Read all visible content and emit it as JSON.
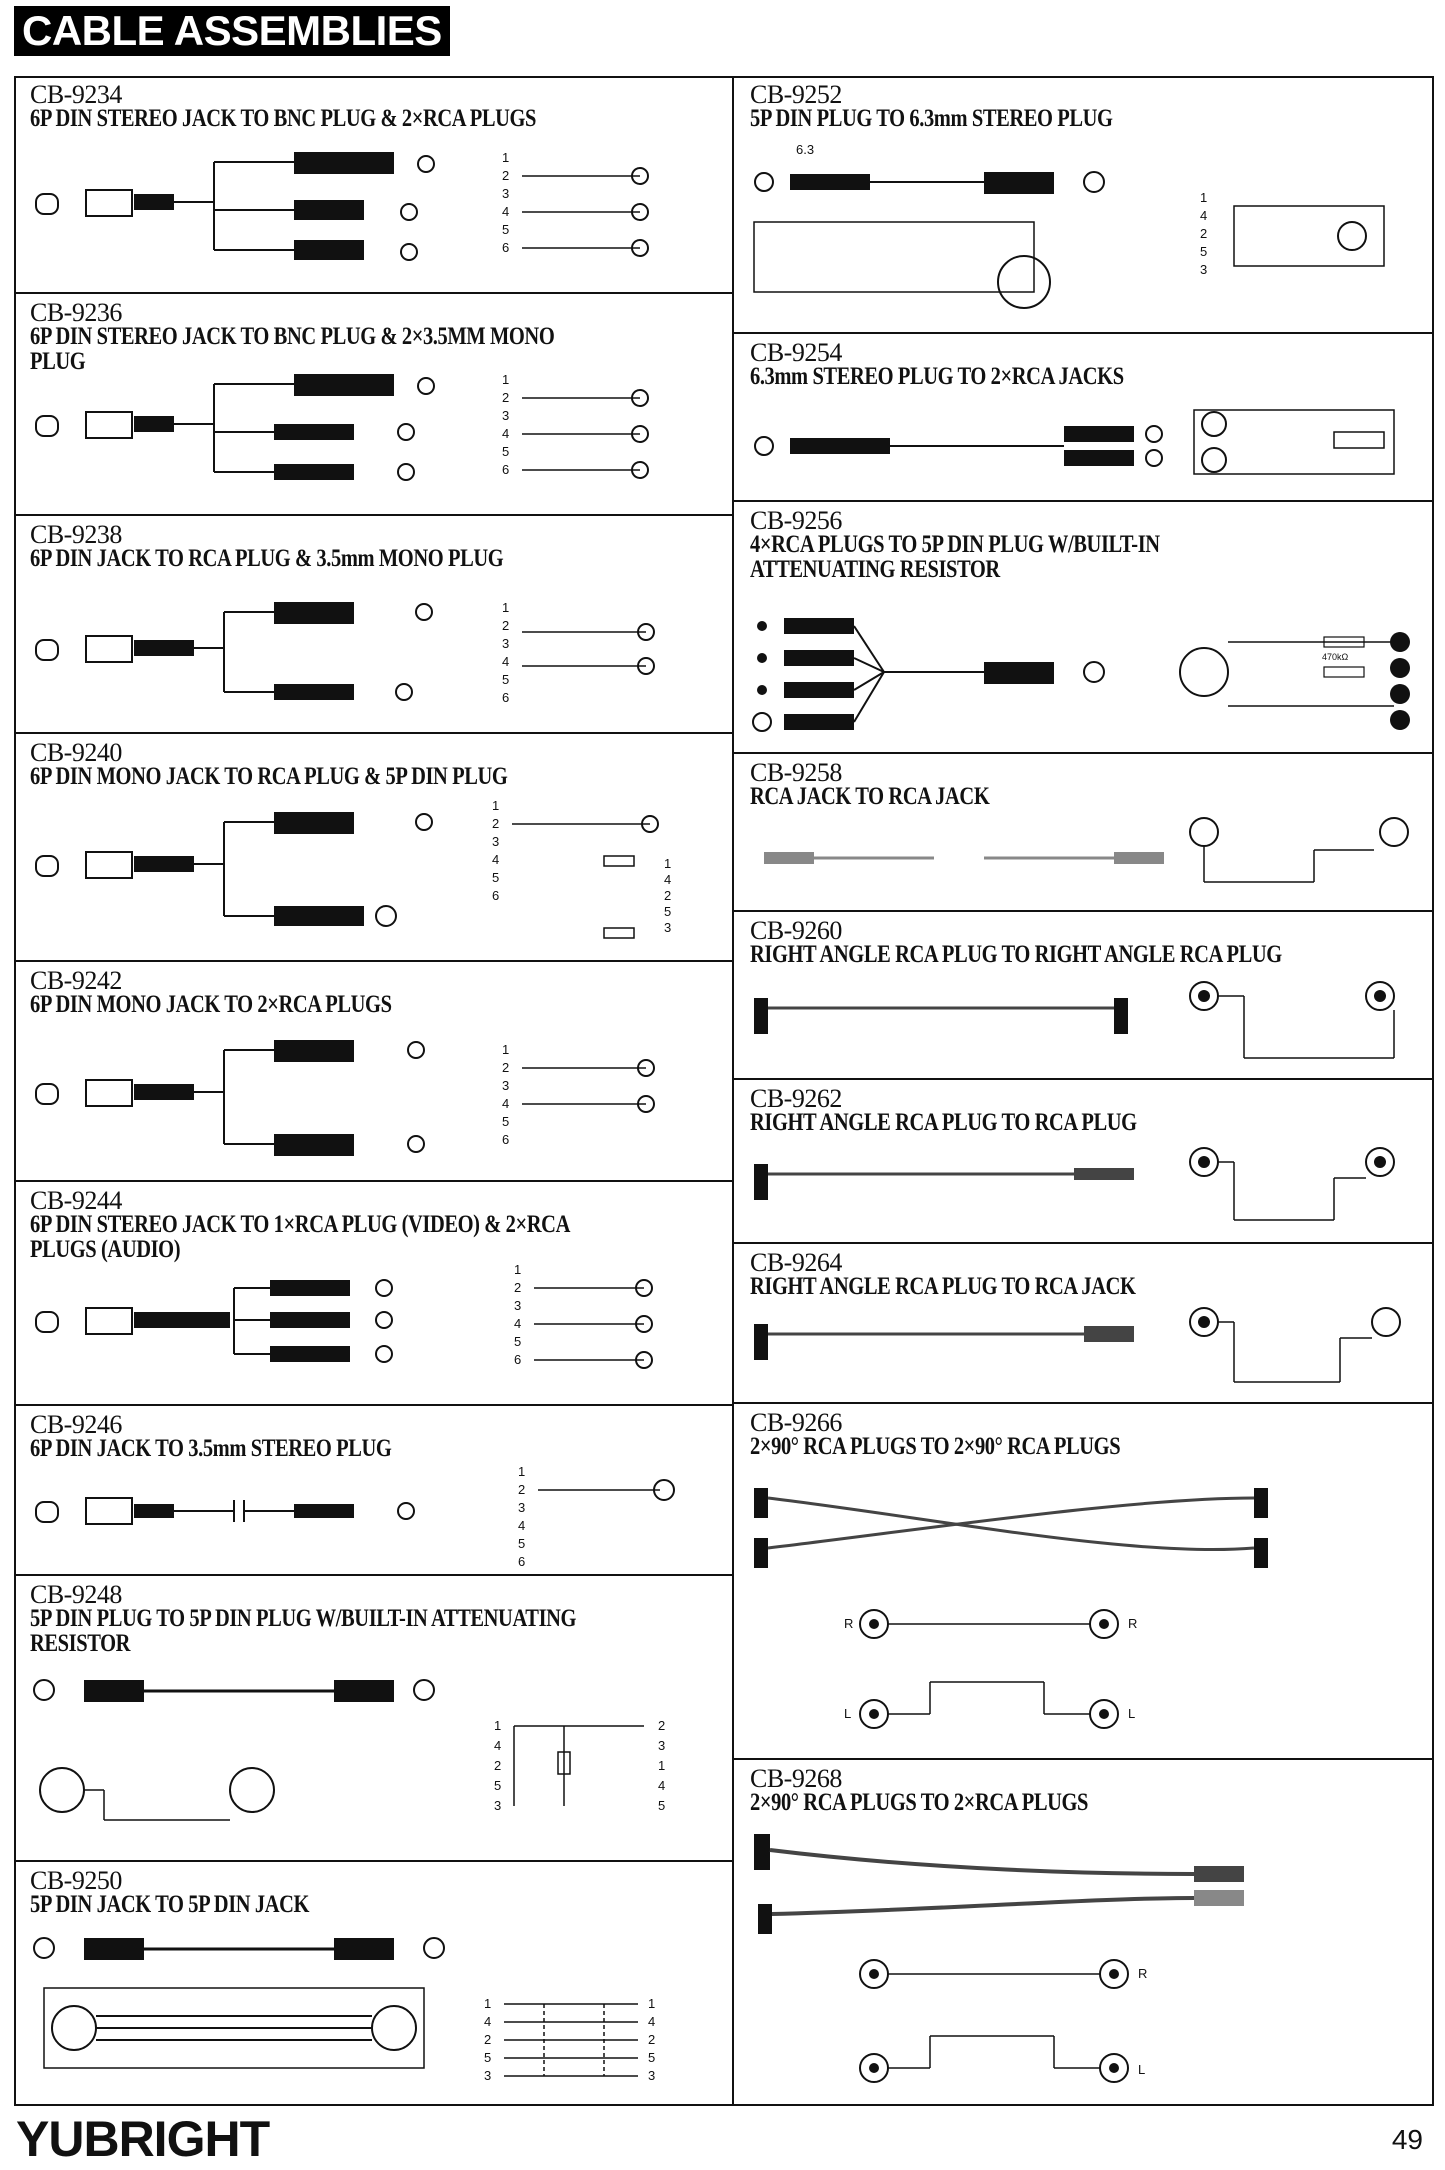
{
  "header": {
    "title": "CABLE ASSEMBLIES"
  },
  "left_column": [
    {
      "code": "CB-9234",
      "description": "6P DIN STEREO JACK TO BNC PLUG & 2×RCA PLUGS",
      "pins": [
        "1",
        "2",
        "3",
        "4",
        "5",
        "6"
      ]
    },
    {
      "code": "CB-9236",
      "description": "6P DIN STEREO JACK TO BNC PLUG & 2×3.5MM MONO PLUG",
      "pins": [
        "1",
        "2",
        "3",
        "4",
        "5",
        "6"
      ]
    },
    {
      "code": "CB-9238",
      "description": "6P DIN JACK TO RCA PLUG & 3.5mm MONO PLUG",
      "pins": [
        "1",
        "2",
        "3",
        "4",
        "5",
        "6"
      ]
    },
    {
      "code": "CB-9240",
      "description": "6P DIN MONO JACK TO RCA PLUG & 5P DIN PLUG",
      "pins": [
        "1",
        "2",
        "3",
        "4",
        "5",
        "6"
      ],
      "pins_right": [
        "1",
        "4",
        "2",
        "5",
        "3"
      ]
    },
    {
      "code": "CB-9242",
      "description": "6P DIN MONO JACK TO 2×RCA PLUGS",
      "pins": [
        "1",
        "2",
        "3",
        "4",
        "5",
        "6"
      ]
    },
    {
      "code": "CB-9244",
      "description": "6P DIN STEREO JACK TO 1×RCA PLUG (VIDEO) & 2×RCA PLUGS (AUDIO)",
      "pins": [
        "1",
        "2",
        "3",
        "4",
        "5",
        "6"
      ]
    },
    {
      "code": "CB-9246",
      "description": "6P DIN JACK TO 3.5mm STEREO PLUG",
      "pins": [
        "1",
        "2",
        "3",
        "4",
        "5",
        "6"
      ]
    },
    {
      "code": "CB-9248",
      "description": "5P DIN PLUG TO 5P DIN PLUG W/BUILT-IN ATTENUATING RESISTOR",
      "pins": [
        "1",
        "4",
        "2",
        "5",
        "3"
      ],
      "pins_right": [
        "2",
        "3",
        "1",
        "4",
        "5"
      ]
    },
    {
      "code": "CB-9250",
      "description": "5P DIN JACK TO 5P DIN JACK",
      "pins": [
        "1",
        "4",
        "2",
        "5",
        "3"
      ],
      "pins_right": [
        "1",
        "4",
        "2",
        "5",
        "3"
      ]
    }
  ],
  "right_column": [
    {
      "code": "CB-9252",
      "description": "5P DIN PLUG TO 6.3mm STEREO PLUG",
      "label": "6.3",
      "pins": [
        "1",
        "4",
        "2",
        "5",
        "3"
      ]
    },
    {
      "code": "CB-9254",
      "description": "6.3mm STEREO PLUG TO 2×RCA JACKS"
    },
    {
      "code": "CB-9256",
      "description": "4×RCA PLUGS TO 5P DIN PLUG W/BUILT-IN ATTENUATING RESISTOR",
      "resistor": "470kΩ"
    },
    {
      "code": "CB-9258",
      "description": "RCA JACK TO RCA JACK"
    },
    {
      "code": "CB-9260",
      "description": "RIGHT ANGLE RCA PLUG TO RIGHT ANGLE RCA PLUG"
    },
    {
      "code": "CB-9262",
      "description": "RIGHT ANGLE RCA PLUG TO RCA PLUG"
    },
    {
      "code": "CB-9264",
      "description": "RIGHT ANGLE RCA PLUG TO RCA JACK"
    },
    {
      "code": "CB-9266",
      "description": "2×90° RCA PLUGS TO 2×90° RCA PLUGS",
      "channels": [
        "R",
        "L"
      ]
    },
    {
      "code": "CB-9268",
      "description": "2×90° RCA PLUGS TO 2×RCA PLUGS",
      "channels": [
        "R",
        "L"
      ]
    }
  ],
  "footer": {
    "brand": "YUBRIGHT",
    "page_number": "49"
  }
}
